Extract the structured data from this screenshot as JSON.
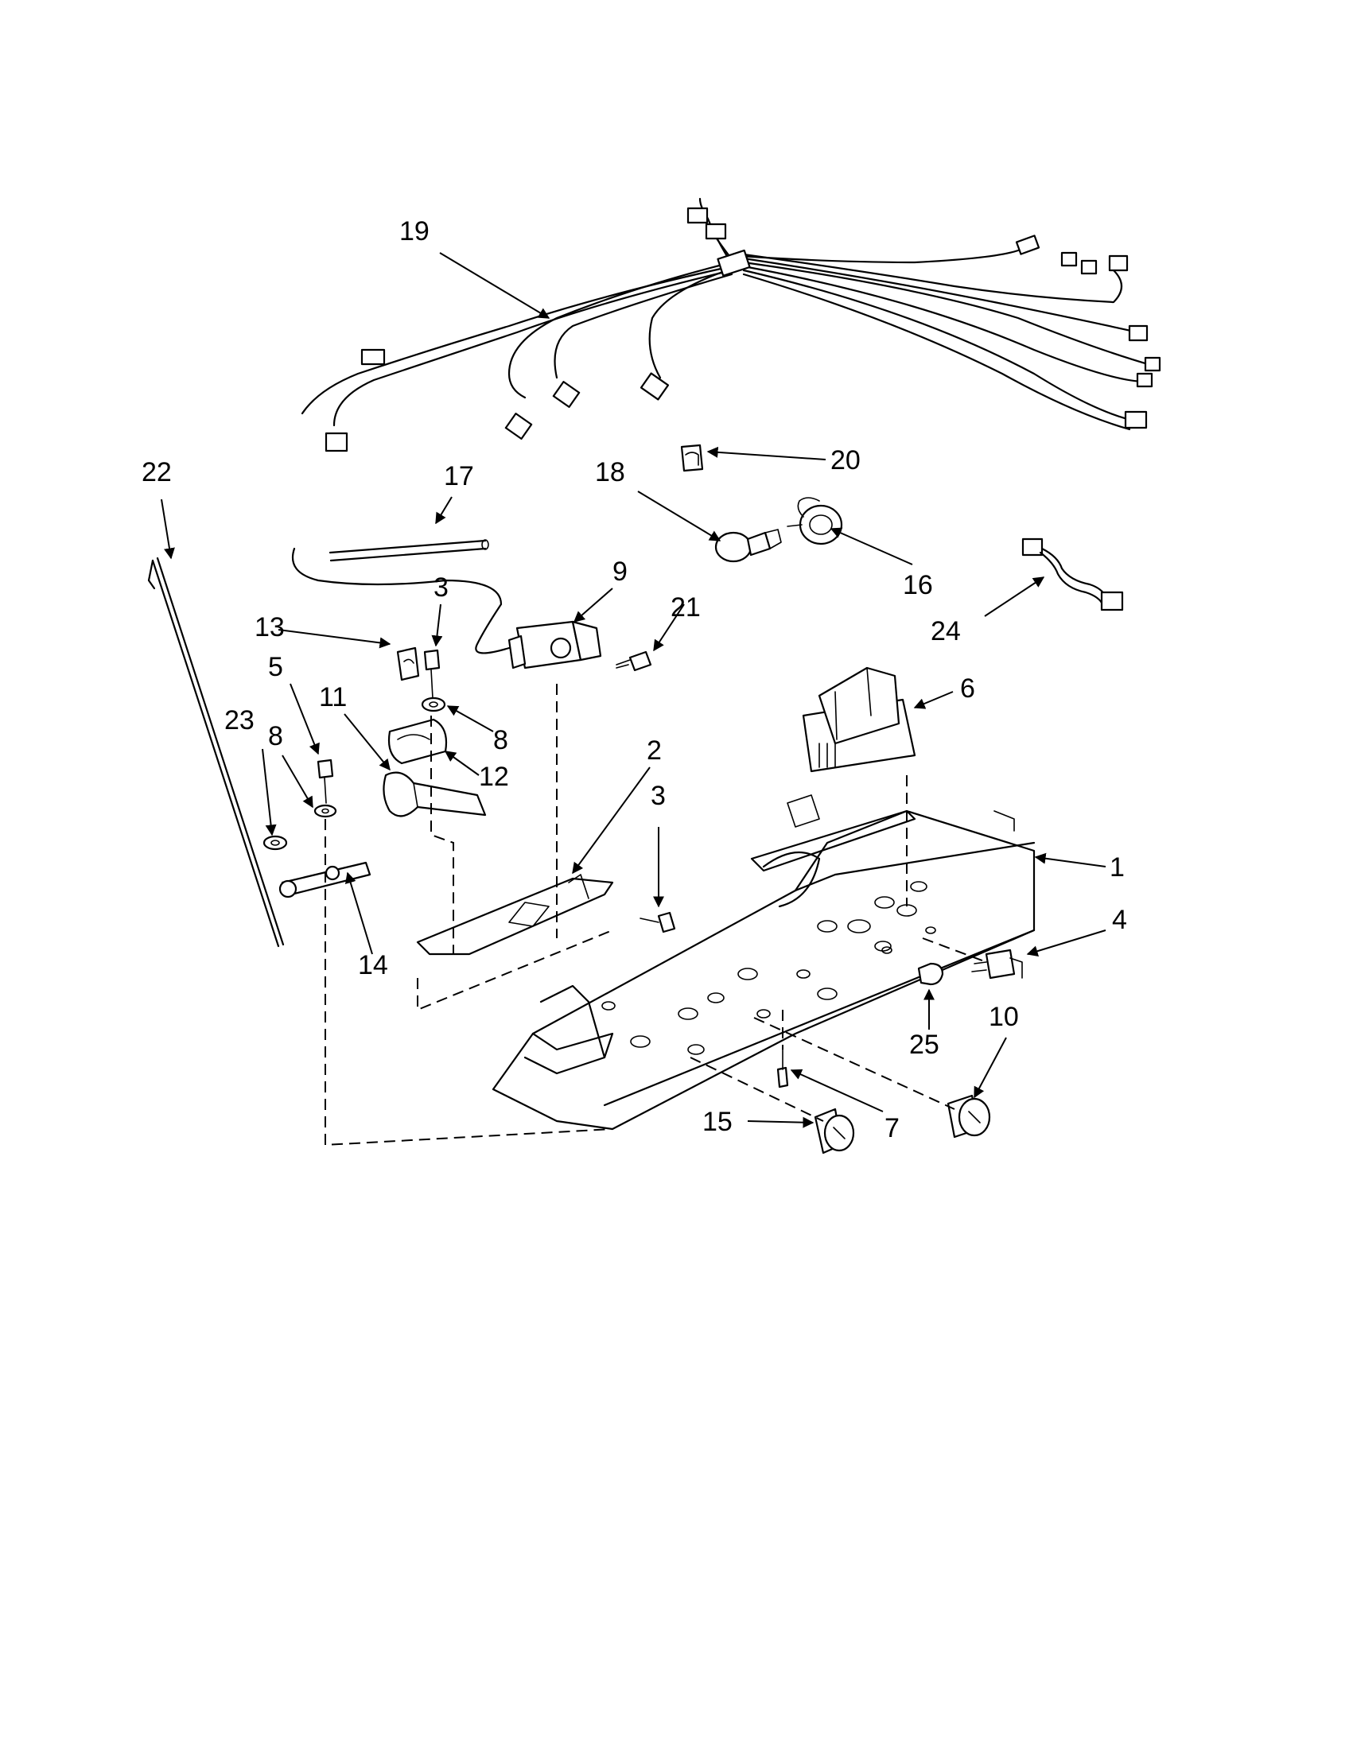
{
  "diagram": {
    "callouts": [
      {
        "id": "c19",
        "text": "19"
      },
      {
        "id": "c20",
        "text": "20"
      },
      {
        "id": "c18",
        "text": "18"
      },
      {
        "id": "c16",
        "text": "16"
      },
      {
        "id": "c22",
        "text": "22"
      },
      {
        "id": "c17",
        "text": "17"
      },
      {
        "id": "c3a",
        "text": "3"
      },
      {
        "id": "c9",
        "text": "9"
      },
      {
        "id": "c21",
        "text": "21"
      },
      {
        "id": "c24",
        "text": "24"
      },
      {
        "id": "c13",
        "text": "13"
      },
      {
        "id": "c5",
        "text": "5"
      },
      {
        "id": "c11",
        "text": "11"
      },
      {
        "id": "c8a",
        "text": "8"
      },
      {
        "id": "c12",
        "text": "12"
      },
      {
        "id": "c6",
        "text": "6"
      },
      {
        "id": "c23",
        "text": "23"
      },
      {
        "id": "c8b",
        "text": "8"
      },
      {
        "id": "c2",
        "text": "2"
      },
      {
        "id": "c3b",
        "text": "3"
      },
      {
        "id": "c1",
        "text": "1"
      },
      {
        "id": "c14",
        "text": "14"
      },
      {
        "id": "c4",
        "text": "4"
      },
      {
        "id": "c10",
        "text": "10"
      },
      {
        "id": "c25",
        "text": "25"
      },
      {
        "id": "c15",
        "text": "15"
      },
      {
        "id": "c7",
        "text": "7"
      }
    ]
  }
}
